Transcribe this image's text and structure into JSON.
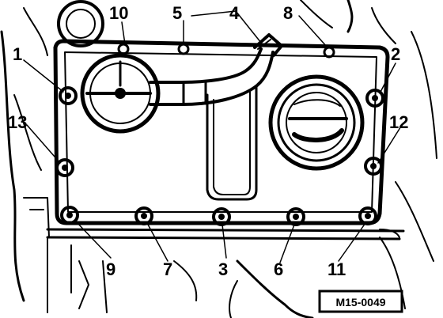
{
  "diagram": {
    "callouts": [
      "1",
      "2",
      "3",
      "4",
      "5",
      "6",
      "7",
      "8",
      "9",
      "10",
      "11",
      "12",
      "13"
    ],
    "reference_code": "M15-0049"
  },
  "colors": {
    "ink": "#000000",
    "paper": "#ffffff"
  }
}
